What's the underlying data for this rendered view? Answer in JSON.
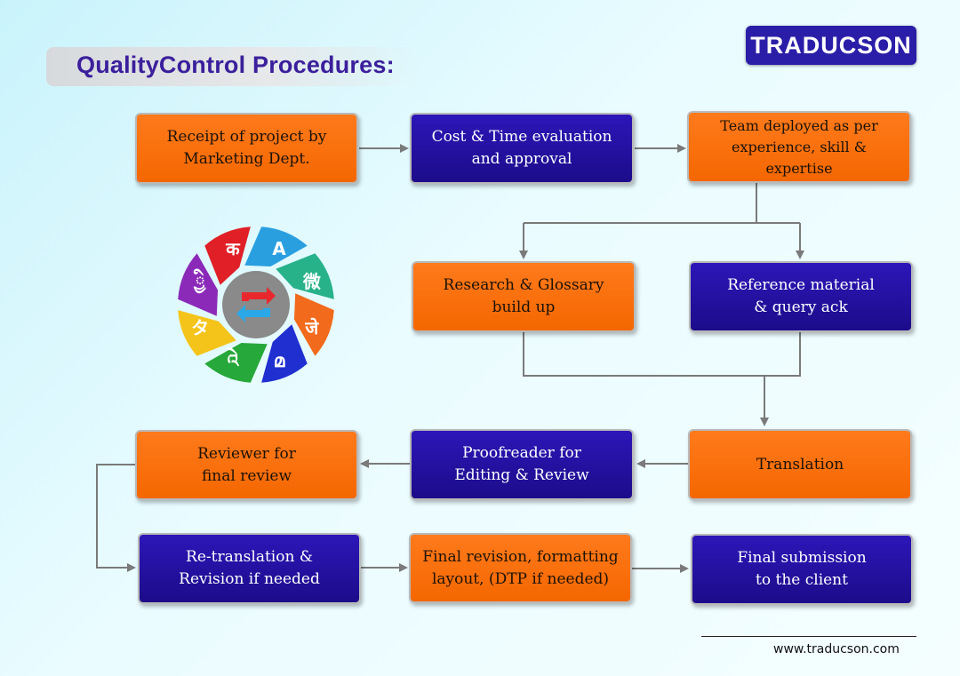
{
  "header": {
    "title": "QualityControl Procedures:",
    "logo_text": "TRADUCSON"
  },
  "steps": {
    "receipt": "Receipt of project by\nMarketing Dept.",
    "cost": "Cost & Time evaluation\nand approval",
    "team": "Team deployed as per\nexperience, skill & expertise",
    "research": "Research & Glossary\nbuild up",
    "reference": "Reference material\n& query ack",
    "translation": "Translation",
    "proofreader": "Proofreader for\nEditing & Review",
    "reviewer": "Reviewer for\nfinal review",
    "retranslation": "Re-translation &\nRevision if needed",
    "final_revision": "Final revision, formatting\nlayout, (DTP if needed)",
    "final_submission": "Final submission\nto the client"
  },
  "wheel": {
    "glyphs": [
      "A",
      "微",
      "जे",
      "മ",
      "འེ",
      "タ",
      "ྱི",
      "क"
    ],
    "colors": [
      "#2a9fe0",
      "#27b28a",
      "#f26a1b",
      "#1f2fd0",
      "#27a83a",
      "#f5c41a",
      "#8b2ab8",
      "#e01f26"
    ]
  },
  "footer": {
    "url": "www.traducson.com"
  },
  "colors": {
    "orange": "#f46700",
    "blue": "#1c0c8a",
    "title": "#3b1f9c",
    "connector": "#7a7a7a"
  }
}
